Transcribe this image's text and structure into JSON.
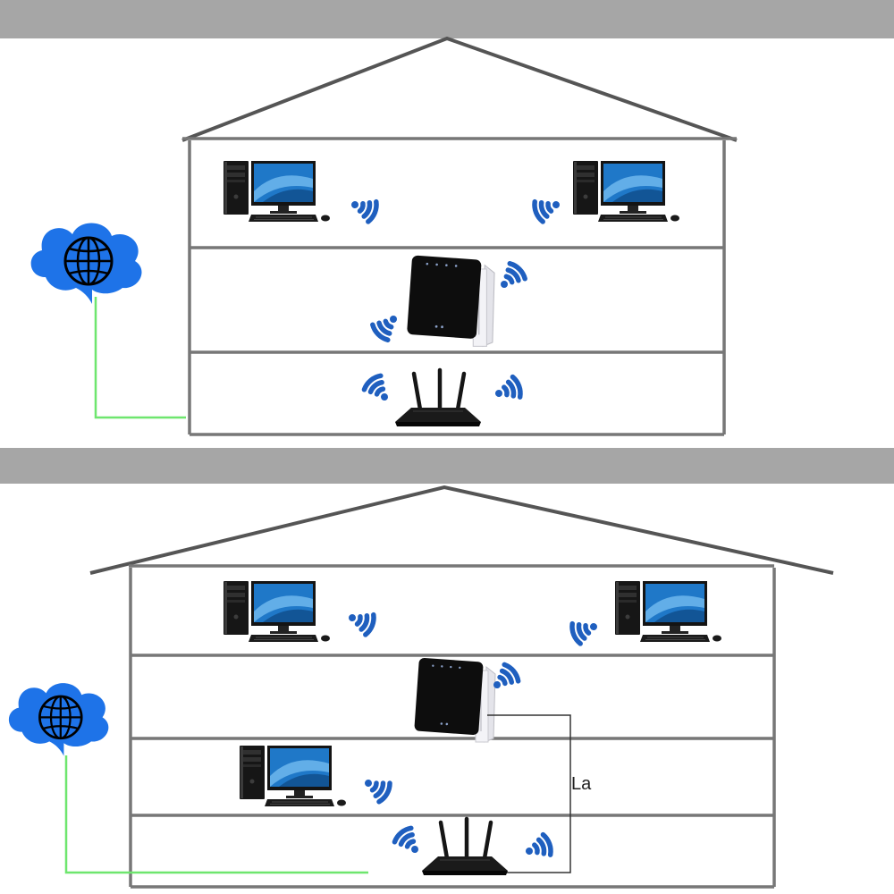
{
  "colors": {
    "band": "#a6a6a6",
    "house_line": "#555555",
    "floor_line": "#777777",
    "cloud": "#1e73e8",
    "globe": "#000000",
    "internet_cable": "#6ee66e",
    "lan_cable": "#333333",
    "wifi": "#1f5fbf",
    "monitor_screen": "#1f78c8",
    "device_dark": "#111111",
    "extender_side": "#e4e4ea"
  },
  "scenes": [
    {
      "name": "wireless-repeater-mode",
      "icons": [
        "cloud-globe-icon",
        "router-icon",
        "wifi-repeater-icon",
        "desktop-computer-icon"
      ]
    },
    {
      "name": "lan-access-point-mode",
      "lan_label": "La",
      "icons": [
        "cloud-globe-icon",
        "router-icon",
        "wifi-repeater-icon",
        "desktop-computer-icon",
        "lan-cable"
      ]
    }
  ]
}
